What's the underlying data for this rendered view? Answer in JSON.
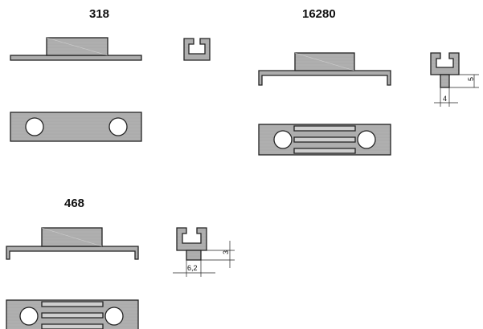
{
  "profiles": [
    {
      "code": "318",
      "dimensions": []
    },
    {
      "code": "16280",
      "dimensions": [
        "5",
        "4"
      ]
    },
    {
      "code": "468",
      "dimensions": [
        "3",
        "6,2"
      ]
    }
  ],
  "colors": {
    "fill": "#a9a9a9",
    "fill_dark": "#8c8c8c",
    "stroke": "#222222",
    "hatch": "#bdbdbd",
    "text": "#111111"
  }
}
